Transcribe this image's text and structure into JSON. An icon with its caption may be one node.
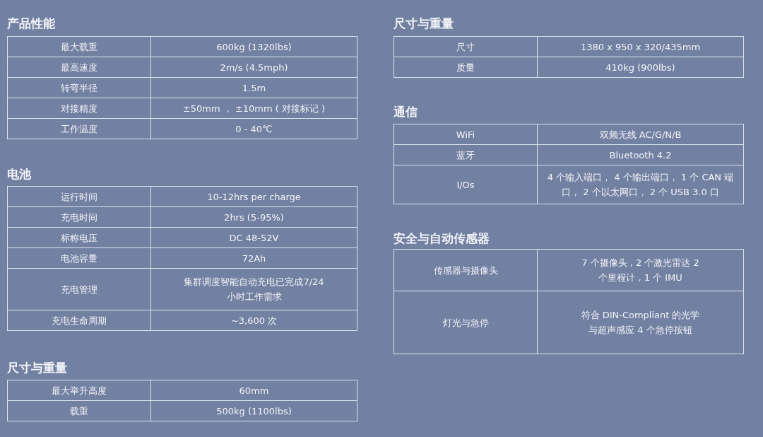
{
  "diagram": {
    "labels": [
      "产品性能",
      "最大载重",
      "600kg (1320lbs)",
      "最高速度",
      "2m/s (4.5mph)",
      "转弯半径",
      "1.5m",
      "对接精度",
      "±50mm ， ±10mm ( 对接标记 )",
      "工作温度",
      "0 - 40℃",
      "电池",
      "运行时间",
      "10-12hrs per charge",
      "充电时间",
      "2hrs (5-95%)",
      "标称电压",
      "DC 48-52V",
      "电池容量",
      "72Ah",
      "充电管理",
      "集群调度智能自动充电已完成7/24 小时工作需求",
      "充电生命周期",
      "~3,600 次",
      "尺寸与重量",
      "最大举升高度",
      "60mm",
      "载重",
      "500kg (1100lbs)",
      "尺寸与重量",
      "尺寸",
      "1380 x 950 x 320/435mm",
      "质量",
      "410kg (900lbs)",
      "通信",
      "WiFi",
      "双频无线 AC/G/N/B",
      "蓝牙",
      "Bluetooth 4.2",
      "I/Os",
      "4 个输入端口， 4 个输出端口， 1 个 CAN 端口， 2 个以太网口， 2 个 USB 3.0 口",
      "安全与自动传感器",
      "传感器与摄像头",
      "7 个摄像头 , 2 个激光雷达 2 个里程计 , 1 个 IMU",
      "灯光与急停",
      "符合 DIN-Compliant 的光学与超声感应 4 个急停按钮"
    ]
  }
}
